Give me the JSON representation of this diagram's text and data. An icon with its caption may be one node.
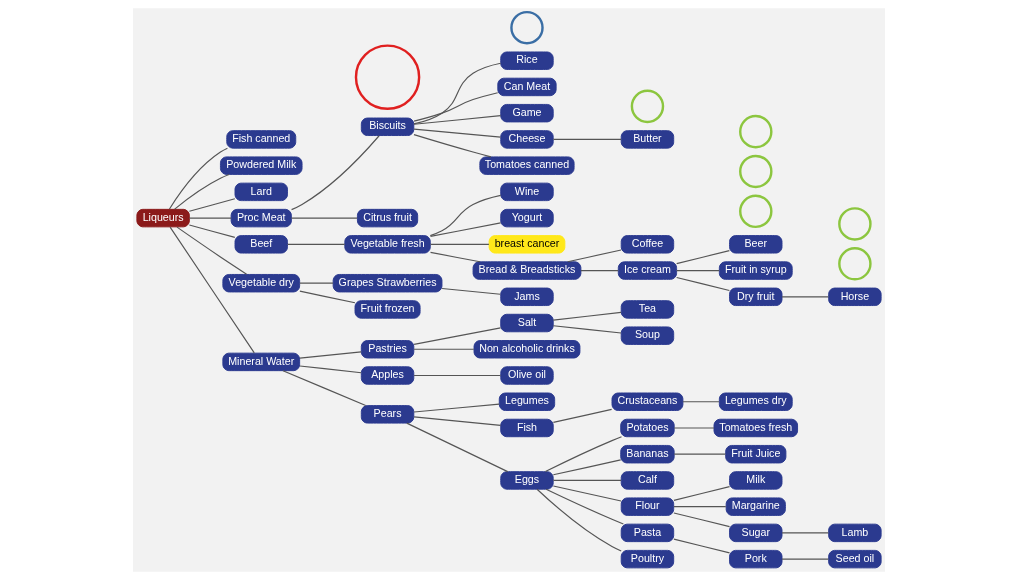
{
  "diagram": {
    "nodes": [
      {
        "text": [
          "Butter"
        ]
      },
      {
        "text": [
          "Rice"
        ]
      },
      {
        "text": [
          "Can Meat"
        ]
      },
      {
        "text": [
          "Game"
        ]
      },
      {
        "text": [
          "Cheese"
        ]
      },
      {
        "text": [
          "Tomatoes canned"
        ]
      },
      {
        "text": [
          "Biscuits"
        ]
      },
      {
        "text": [],
        "shape": "circle"
      },
      {
        "text": [
          "Wine"
        ]
      },
      {
        "text": [
          "Yogurt"
        ]
      },
      {
        "text": [],
        "shape": "circle"
      },
      {
        "text": [
          "breast cancer"
        ]
      },
      {
        "text": [
          "Vegetable fresh"
        ]
      },
      {
        "text": [
          "Bread & Breadsticks"
        ]
      },
      {
        "text": [
          "Beer"
        ]
      },
      {
        "text": [
          "Coffee"
        ]
      },
      {
        "text": [
          "Fruit in syrup"
        ]
      },
      {
        "text": [
          "Ice cream"
        ]
      },
      {
        "text": [
          "Horse"
        ]
      },
      {
        "text": [
          "Dry fruit"
        ]
      },
      {
        "text": [
          "Fish canned"
        ]
      },
      {
        "text": [
          "Powdered Milk"
        ]
      },
      {
        "text": [
          "Citrus fruit"
        ]
      },
      {
        "text": [
          "Lard"
        ]
      },
      {
        "text": [
          "Proc Meat"
        ]
      },
      {
        "text": [
          "Jams"
        ]
      },
      {
        "text": [
          "Grapes Strawberries"
        ]
      },
      {
        "text": [
          "Fruit frozen"
        ]
      },
      {
        "text": [
          "Beef"
        ]
      },
      {
        "text": [
          "Vegetable dry"
        ]
      },
      {
        "text": [
          "Liqueurs"
        ]
      },
      {
        "text": [
          "Tea"
        ]
      },
      {
        "text": [
          "Pastries"
        ]
      },
      {
        "text": [
          "Salt"
        ]
      },
      {
        "text": [
          "Soup"
        ]
      },
      {
        "text": [
          "Non alcoholic drinks"
        ]
      },
      {
        "text": [
          "Mineral Water"
        ]
      },
      {
        "text": [
          "Legumes"
        ]
      },
      {
        "text": [
          "Apples"
        ]
      },
      {
        "text": [
          "Olive oil"
        ]
      },
      {
        "text": [
          "Pears"
        ]
      },
      {
        "text": [
          "Potatoes"
        ]
      },
      {
        "text": [
          "Fish"
        ]
      },
      {
        "text": [
          "Eggs"
        ]
      },
      {
        "text": [
          "Tomatoes fresh"
        ]
      },
      {
        "text": [
          "Bananas"
        ]
      },
      {
        "text": [
          "Calf"
        ]
      },
      {
        "text": [
          "Crustaceans"
        ]
      },
      {
        "text": [],
        "shape": "circle"
      },
      {
        "text": [
          "Legumes dry"
        ]
      },
      {
        "text": [
          "Flour"
        ]
      },
      {
        "text": [],
        "shape": "circle"
      },
      {
        "text": [
          "Pasta"
        ]
      },
      {
        "text": [
          "Poultry"
        ]
      },
      {
        "text": [
          "Fruit Juice"
        ]
      },
      {
        "text": [
          "Milk"
        ]
      },
      {
        "text": [],
        "shape": "circle"
      },
      {
        "text": [
          "Margarine"
        ]
      },
      {
        "text": [],
        "shape": "circle"
      },
      {
        "text": [
          "Sugar"
        ]
      },
      {
        "text": [
          "Pork"
        ]
      },
      {
        "text": [],
        "shape": "circle"
      },
      {
        "text": [
          "Seed oil"
        ]
      },
      {
        "text": [],
        "shape": "circle"
      },
      {
        "text": [
          "Lamb"
        ]
      }
    ],
    "edges": [
      {
        "from": 30,
        "to": 28,
        "arrow": "none"
      },
      {
        "from": 30,
        "to": 23,
        "arrow": "none"
      },
      {
        "from": 30,
        "to": 20,
        "arrow": "none"
      },
      {
        "from": 30,
        "to": 21,
        "arrow": "none"
      },
      {
        "from": 30,
        "to": 24,
        "arrow": "none"
      },
      {
        "from": 30,
        "to": 29,
        "arrow": "none"
      },
      {
        "from": 30,
        "to": 36,
        "arrow": "none"
      },
      {
        "from": 24,
        "to": 6,
        "arrow": "none"
      },
      {
        "from": 24,
        "to": 22,
        "arrow": "none"
      },
      {
        "from": 6,
        "to": 3,
        "arrow": "none"
      },
      {
        "from": 6,
        "to": 2,
        "arrow": "none"
      },
      {
        "from": 6,
        "to": 1,
        "arrow": "none"
      },
      {
        "from": 6,
        "to": 4,
        "arrow": "none"
      },
      {
        "from": 6,
        "to": 5,
        "arrow": "none"
      },
      {
        "from": 4,
        "to": 0,
        "arrow": "none"
      },
      {
        "from": 28,
        "to": 12,
        "arrow": "none"
      },
      {
        "from": 12,
        "to": 8,
        "arrow": "none"
      },
      {
        "from": 12,
        "to": 9,
        "arrow": "none"
      },
      {
        "from": 12,
        "to": 11,
        "arrow": "none"
      },
      {
        "from": 12,
        "to": 13,
        "arrow": "none"
      },
      {
        "from": 13,
        "to": 15,
        "arrow": "none"
      },
      {
        "from": 13,
        "to": 17,
        "arrow": "none"
      },
      {
        "from": 17,
        "to": 14,
        "arrow": "none"
      },
      {
        "from": 17,
        "to": 16,
        "arrow": "none"
      },
      {
        "from": 17,
        "to": 19,
        "arrow": "none"
      },
      {
        "from": 19,
        "to": 18,
        "arrow": "none"
      },
      {
        "from": 29,
        "to": 26,
        "arrow": "none"
      },
      {
        "from": 29,
        "to": 27,
        "arrow": "none"
      },
      {
        "from": 26,
        "to": 25,
        "arrow": "none"
      },
      {
        "from": 36,
        "to": 32,
        "arrow": "none"
      },
      {
        "from": 36,
        "to": 38,
        "arrow": "none"
      },
      {
        "from": 36,
        "to": 40,
        "arrow": "none"
      },
      {
        "from": 32,
        "to": 33,
        "arrow": "none"
      },
      {
        "from": 32,
        "to": 35,
        "arrow": "none"
      },
      {
        "from": 33,
        "to": 31,
        "arrow": "none"
      },
      {
        "from": 33,
        "to": 34,
        "arrow": "none"
      },
      {
        "from": 38,
        "to": 39,
        "arrow": "none"
      },
      {
        "from": 40,
        "to": 37,
        "arrow": "none"
      },
      {
        "from": 40,
        "to": 42,
        "arrow": "none"
      },
      {
        "from": 40,
        "to": 43,
        "arrow": "none"
      },
      {
        "from": 42,
        "to": 47,
        "arrow": "none"
      },
      {
        "from": 47,
        "to": 49,
        "arrow": "none"
      },
      {
        "from": 43,
        "to": 41,
        "arrow": "none"
      },
      {
        "from": 43,
        "to": 45,
        "arrow": "none"
      },
      {
        "from": 43,
        "to": 46,
        "arrow": "none"
      },
      {
        "from": 43,
        "to": 52,
        "arrow": "none"
      },
      {
        "from": 43,
        "to": 53,
        "arrow": "none"
      },
      {
        "from": 43,
        "to": 50,
        "arrow": "none"
      },
      {
        "from": 41,
        "to": 44,
        "arrow": "none"
      },
      {
        "from": 45,
        "to": 54,
        "arrow": "none"
      },
      {
        "from": 50,
        "to": 55,
        "arrow": "none"
      },
      {
        "from": 50,
        "to": 57,
        "arrow": "none"
      },
      {
        "from": 50,
        "to": 59,
        "arrow": "none"
      },
      {
        "from": 59,
        "to": 64,
        "arrow": "none"
      },
      {
        "from": 52,
        "to": 60,
        "arrow": "none"
      },
      {
        "from": 60,
        "to": 62,
        "arrow": "none"
      }
    ]
  }
}
